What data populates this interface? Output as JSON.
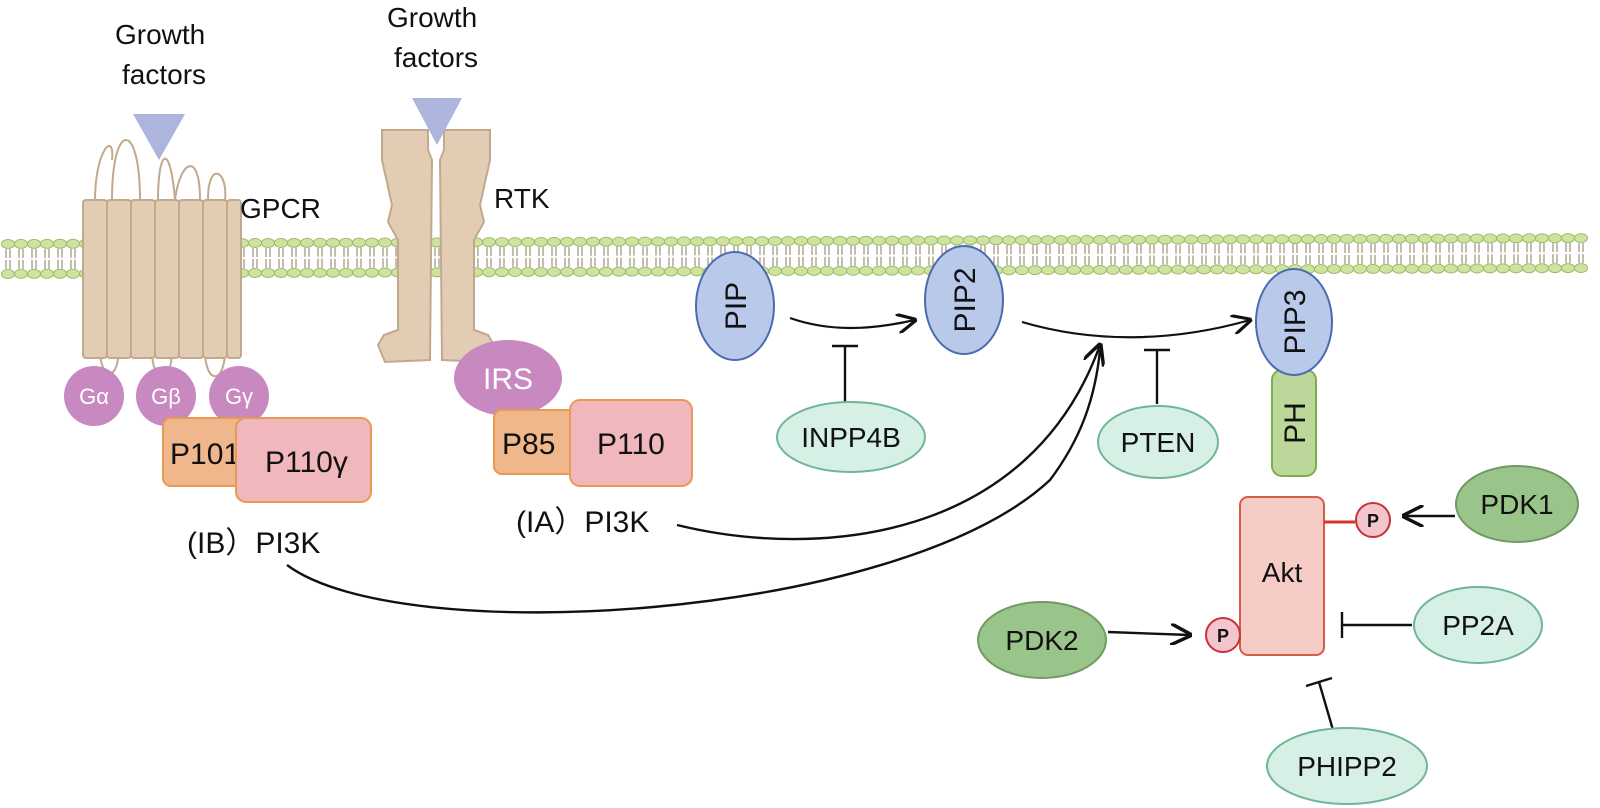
{
  "labels": {
    "growth_factors_left": [
      "Growth",
      "factors"
    ],
    "growth_factors_right": [
      "Growth",
      "factors"
    ],
    "gpcr": "GPCR",
    "rtk": "RTK",
    "g_alpha": "Gα",
    "g_beta": "Gβ",
    "g_gamma": "Gγ",
    "p101": "P101",
    "p110_gamma": "P110γ",
    "ib_pi3k": "(IB）PI3K",
    "irs": "IRS",
    "p85": "P85",
    "p110": "P110",
    "ia_pi3k": "(IA）PI3K",
    "pip": "PIP",
    "pip2": "PIP2",
    "pip3": "PIP3",
    "ph": "PH",
    "inpp4b": "INPP4B",
    "pten": "PTEN",
    "akt": "Akt",
    "phospho_top": "P",
    "phospho_left": "P",
    "pdk1": "PDK1",
    "pdk2": "PDK2",
    "pp2a": "PP2A",
    "phipp2": "PHIPP2"
  },
  "colors": {
    "receptor_fill": "#e3ccb4",
    "receptor_stroke": "#c2a98e",
    "g_protein": "#c888c0",
    "p101_fill": "#f1b78c",
    "p110_fill": "#f0b8bd",
    "subunit_stroke": "#e89a55",
    "pip_fill": "#b9c9ea",
    "pip_stroke": "#4a6bb0",
    "ph_fill": "#bcd79a",
    "inhibitor_fill": "#d7f0e6",
    "inhibitor_stroke": "#6fb597",
    "kinase_fill": "#99c48a",
    "akt_fill": "#f6cdc6",
    "akt_stroke": "#d85a48",
    "phospho_fill": "#f2c6cc",
    "phospho_stroke": "#c9303a",
    "ligand": "#aeb5dc",
    "membrane_head": "#cfe3a1",
    "membrane_head_stroke": "#9bbb65",
    "membrane_tail": "#a59a82"
  }
}
